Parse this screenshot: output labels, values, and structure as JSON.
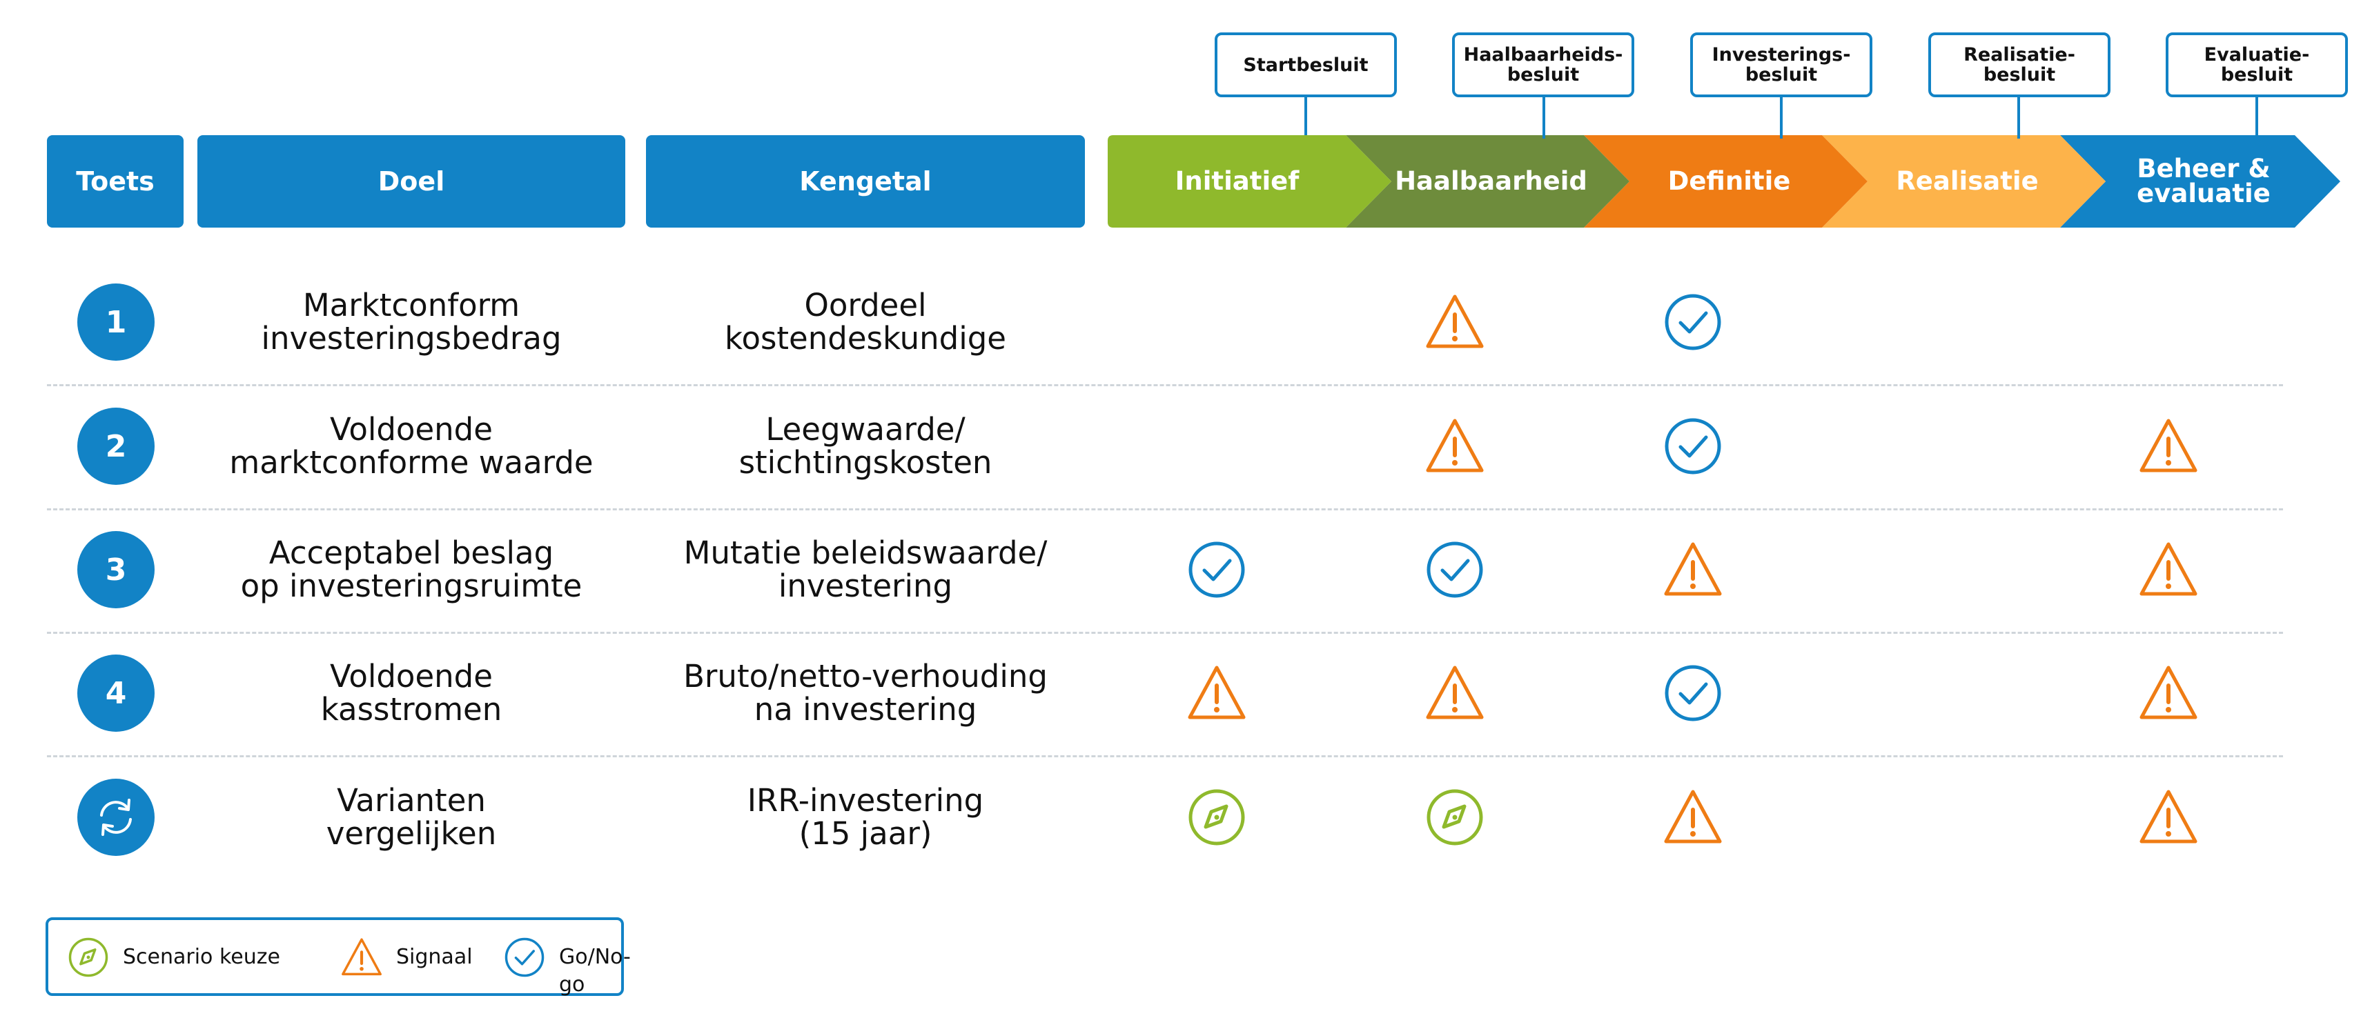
{
  "header": {
    "toets": "Toets",
    "doel": "Doel",
    "kengetal": "Kengetal"
  },
  "phases": [
    {
      "label": "Initiatief",
      "color": "#8fb92c"
    },
    {
      "label": "Haalbaarheid",
      "color": "#6e8c3c"
    },
    {
      "label": "Definitie",
      "color": "#ef7c14"
    },
    {
      "label": "Realisatie",
      "color": "#fdb34a"
    },
    {
      "label": "Beheer &\nevaluatie",
      "color": "#1283c6"
    }
  ],
  "decisions": [
    "Startbesluit",
    "Haalbaarheids-\nbesluit",
    "Investerings-\nbesluit",
    "Realisatie-\nbesluit",
    "Evaluatie-\nbesluit"
  ],
  "rows": [
    {
      "toets": "1",
      "doel": "Marktconform\ninvesteringsbedrag",
      "kengetal": "Oordeel\nkostendeskundige",
      "status": [
        "",
        "signaal",
        "go-no-go",
        "",
        ""
      ]
    },
    {
      "toets": "2",
      "doel": "Voldoende\nmarktconforme waarde",
      "kengetal": "Leegwaarde/\nstichtingskosten",
      "status": [
        "",
        "signaal",
        "go-no-go",
        "",
        "signaal"
      ]
    },
    {
      "toets": "3",
      "doel": "Acceptabel beslag\nop investeringsruimte",
      "kengetal": "Mutatie beleidswaarde/\ninvestering",
      "status": [
        "go-no-go",
        "go-no-go",
        "signaal",
        "",
        "signaal"
      ]
    },
    {
      "toets": "4",
      "doel": "Voldoende\nkasstromen",
      "kengetal": "Bruto/netto-verhouding\nna investering",
      "status": [
        "signaal",
        "signaal",
        "go-no-go",
        "",
        "signaal"
      ]
    },
    {
      "toets_icon": "refresh-icon",
      "doel": "Varianten\nvergelijken",
      "kengetal": "IRR-investering\n(15 jaar)",
      "status": [
        "scenario",
        "scenario",
        "signaal",
        "",
        "signaal"
      ]
    }
  ],
  "legend": [
    {
      "key": "scenario",
      "label": "Scenario keuze",
      "icon": "compass-icon"
    },
    {
      "key": "signaal",
      "label": "Signaal",
      "icon": "warning-icon"
    },
    {
      "key": "go-no-go",
      "label": "Go/No-go",
      "icon": "check-icon"
    }
  ],
  "colors": {
    "blue": "#1283c6",
    "orange": "#ef7c14",
    "green": "#8fb92c"
  }
}
